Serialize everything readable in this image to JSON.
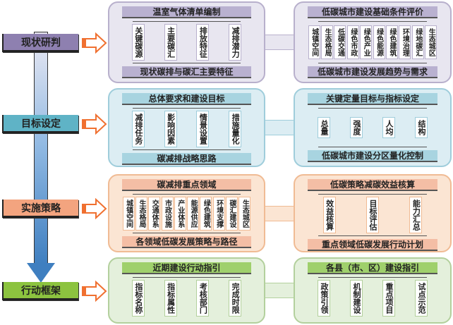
{
  "stages": [
    {
      "label": "现状研判",
      "color": "#8e80b0"
    },
    {
      "label": "目标设定",
      "color": "#5fb3c6"
    },
    {
      "label": "实施策略",
      "color": "#f3a47f"
    },
    {
      "label": "行动框架",
      "color": "#8cc33f"
    }
  ],
  "rows": [
    {
      "bg": "#e8e6f0",
      "border": "#b8b0cc",
      "bar": "#b9b1d0",
      "left": {
        "header": "温室气体清单编制",
        "items": [
          "关键碳源",
          "主要碳汇",
          "排放特征",
          "减排潜力"
        ],
        "footer": "现状碳排与碳汇主要特征"
      },
      "right": {
        "header": "低碳城市建设基础条件评价",
        "items": [
          "城镇空间",
          "生态格局",
          "低碳交通",
          "绿色市政",
          "绿色产业",
          "绿色能源",
          "绿色建筑",
          "环境治理",
          "绿地碳汇",
          "生态城区"
        ],
        "footer": "低碳城市建设发展趋势与需求"
      }
    },
    {
      "bg": "#dcedf3",
      "border": "#9fcddb",
      "bar": "#a8d4e0",
      "left": {
        "header": "总体要求和建设目标",
        "items": [
          "减排任务",
          "影响因素",
          "情景设置",
          "措施量化"
        ],
        "footer": "碳减排战略思路"
      },
      "right": {
        "header": "关键定量目标与指标设定",
        "items": [
          "总量",
          "强度",
          "人均",
          "结构"
        ],
        "footer": "低碳城市建设分区量化控制"
      }
    },
    {
      "bg": "#fbe5d3",
      "border": "#f0bb94",
      "bar": "#f4bea5",
      "left": {
        "header": "碳减排重点领域",
        "items": [
          "城镇空间",
          "生态格局",
          "交通体系",
          "市政设施",
          "产业体系",
          "能源供应",
          "绿色建筑",
          "环境支撑",
          "碳汇建设",
          "生态城区"
        ],
        "footer": "各领域低碳发展策略与路径"
      },
      "right": {
        "header": "低碳策略减碳效益核算",
        "items": [
          "效益核算",
          "目标评估",
          "能力汇总"
        ],
        "footer": "重点领域低碳发展行动计划"
      }
    },
    {
      "bg": "#e4f0dc",
      "border": "#b3d09d",
      "bar": "#9fd06c",
      "left": {
        "header": "近期建设行动指引",
        "items": [
          "指标名称",
          "指标属性",
          "考核部门",
          "完成时限"
        ],
        "footer": null
      },
      "right": {
        "header": "各县（市、区）建设指引",
        "items": [
          "政策引领",
          "机制建设",
          "重点项目",
          "试点示范"
        ],
        "footer": null
      }
    }
  ]
}
